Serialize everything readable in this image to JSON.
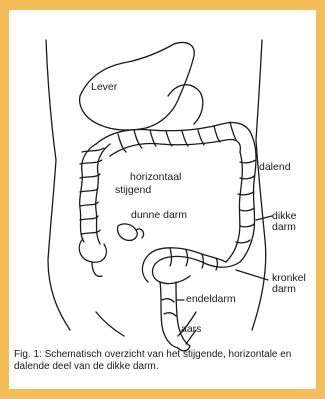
{
  "labels": {
    "lever": "Lever",
    "horizontaal": "horizontaal",
    "stijgend": "stijgend",
    "dunne_darm": "dunne darm",
    "dalend": "dalend",
    "dikke_darm": "dikke darm",
    "kronkel_darm": "kronkel darm",
    "endeldarm": "endeldarm",
    "aars": "aars"
  },
  "caption": "Fig. 1: Schematisch overzicht van het stijgende, horizontale en dalende deel van de dikke darm.",
  "colors": {
    "frame": "#f5bd57",
    "line": "#1a1a1a",
    "panel": "#ffffff"
  }
}
